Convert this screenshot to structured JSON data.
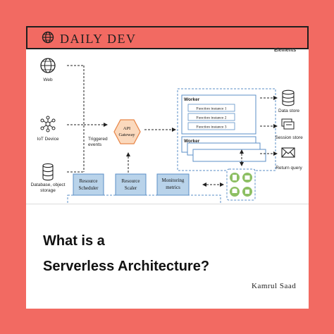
{
  "brand": {
    "name": "DAILY DEV",
    "icon": "globe-icon"
  },
  "header_cut_label": "Elements",
  "diagram": {
    "sources": [
      {
        "label": "Web",
        "icon": "globe-icon"
      },
      {
        "label": "IoT Device",
        "icon": "network-icon"
      },
      {
        "label_line1": "Database, object",
        "label_line2": "storage",
        "icon": "database-icon"
      }
    ],
    "triggered_line1": "Triggered",
    "triggered_line2": "events",
    "gateway_line1": "API",
    "gateway_line2": "Gateway",
    "worker_title": "Worker",
    "function_instances": [
      "Function instance 1",
      "Function instance 2",
      "Function instance 3"
    ],
    "worker_title_2": "Worker",
    "outputs": [
      {
        "label": "Data store",
        "icon": "database-icon"
      },
      {
        "label": "Session store",
        "icon": "folders-icon"
      },
      {
        "label": "Return query",
        "icon": "envelope-icon"
      }
    ],
    "managers": [
      {
        "line1": "Resource",
        "line2": "Scheduler"
      },
      {
        "line1": "Resource",
        "line2": "Scaler"
      },
      {
        "line1": "Monitoring",
        "line2": "metrics"
      }
    ],
    "colors": {
      "gateway_fill": "#fbd9bd",
      "gateway_stroke": "#e8874a",
      "manager_fill": "#b9d3ea",
      "dashed": "#5b8fc7",
      "hardware_fill": "#8dbf63"
    }
  },
  "title": {
    "line1": "What is a",
    "line2": "Serverless Architecture?"
  },
  "author": "Kamrul Saad"
}
